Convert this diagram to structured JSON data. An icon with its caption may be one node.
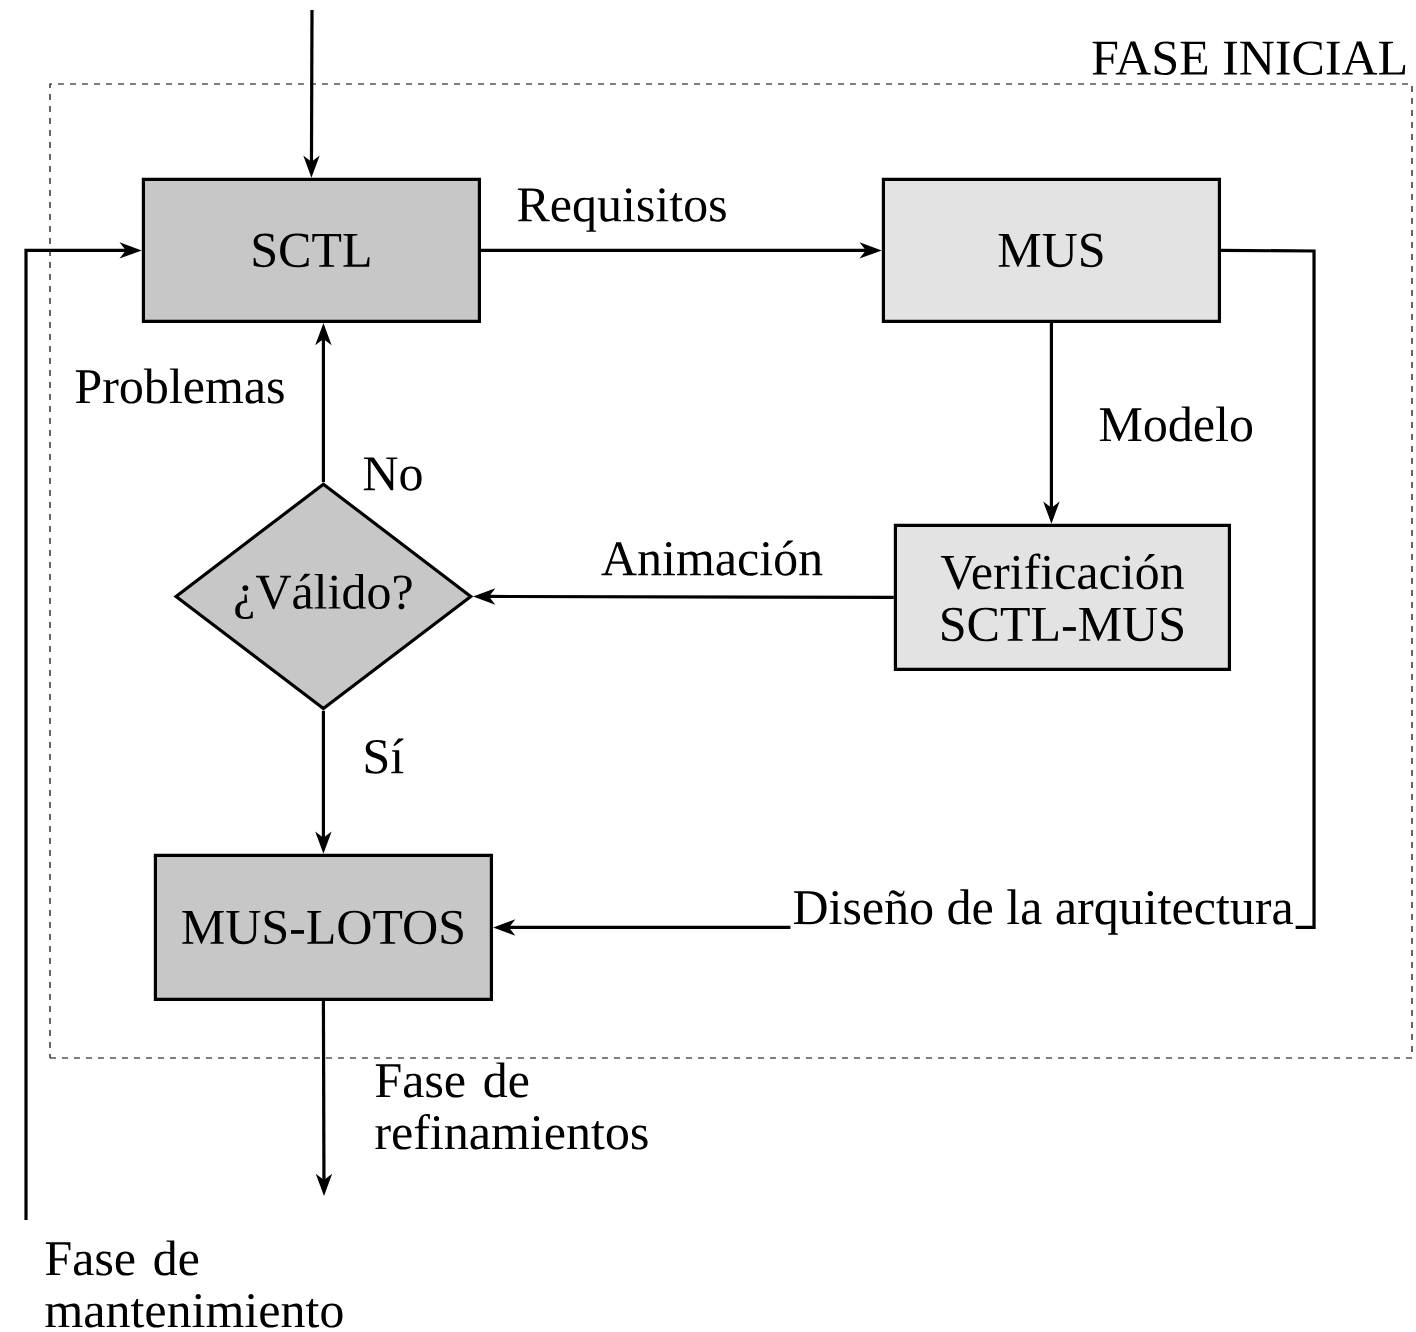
{
  "diagram": {
    "nodes": [
      {
        "text": [
          "FASE INICIAL"
        ]
      },
      {
        "text": [
          "SCTL"
        ],
        "in": 0
      },
      {
        "text": [
          "MUS"
        ],
        "in": 0
      },
      {
        "text": [
          "Verificación SCTL-MUS"
        ],
        "in": 0
      },
      {
        "text": [
          "¿Válido?"
        ],
        "in": 0
      },
      {
        "text": [
          "MUS-LOTOS"
        ],
        "in": 0
      },
      {
        "text": [
          "Fase de mantenimiento"
        ]
      }
    ],
    "edges": [
      {
        "from": null,
        "to": 1,
        "arrow": "to"
      },
      {
        "from": 1,
        "to": 2,
        "arrow": "to",
        "label": "Requisitos"
      },
      {
        "from": 2,
        "to": 3,
        "arrow": "to",
        "label": "Modelo"
      },
      {
        "from": 3,
        "to": 4,
        "arrow": "to",
        "label": "Animación"
      },
      {
        "from": 4,
        "to": 1,
        "arrow": "to",
        "label": "No"
      },
      {
        "from": 4,
        "to": 5,
        "arrow": "to",
        "label": "Sí"
      },
      {
        "from": 2,
        "to": 5,
        "arrow": "to",
        "label": "Diseño de la arquitectura"
      },
      {
        "from": 5,
        "to": null,
        "arrow": "to",
        "label": "Fase de refinamientos"
      },
      {
        "from": 6,
        "to": 1,
        "arrow": "to"
      }
    ],
    "labels": [
      "Problemas"
    ]
  }
}
